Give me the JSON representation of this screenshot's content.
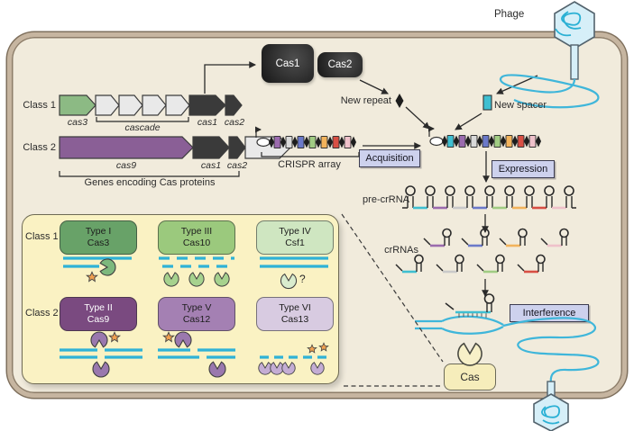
{
  "palette": {
    "cell_fill": "#f1ebdc",
    "cell_wall": "#c6b5a0",
    "yellow_panel": "#faf2c3",
    "stage_label_bg": "#cdd1ed",
    "phage_capsid": "#d6eff8",
    "phage_dna": "#3fb6da",
    "dna_line": "#2fb2d6",
    "new_spacer_teal": "#3fbfd1",
    "star_orange": "#f0a050",
    "black": "#2a2a2a",
    "gene_cas3_green": "#8cba84",
    "gene_cas9_purple": "#8a5f96",
    "gene_dark": "#3a3a3a",
    "gene_white": "#e9e9e9"
  },
  "phage": {
    "label": "Phage"
  },
  "operons": {
    "class1_label": "Class 1",
    "class2_label": "Class 2",
    "cas3": "cas3",
    "cascade": "cascade",
    "cas1_r1": "cas1",
    "cas2_r1": "cas2",
    "cas9": "cas9",
    "cas1_r2": "cas1",
    "cas2_r2": "cas2",
    "bracket_label": "Genes encoding Cas proteins"
  },
  "proteins": {
    "cas1": "Cas1",
    "cas2": "Cas2",
    "cas": "Cas"
  },
  "adaptation": {
    "new_repeat": "New repeat",
    "new_spacer": "New spacer"
  },
  "array": {
    "label": "CRISPR array",
    "spacers1": [
      "#9b6bae",
      "#d9d9d9",
      "#6b79c9",
      "#a1cc83",
      "#f2b35c",
      "#d84f44",
      "#efc1ca"
    ],
    "spacers2": [
      "#3fbfd1",
      "#9b6bae",
      "#d9d9d9",
      "#6b79c9",
      "#a1cc83",
      "#f2b35c",
      "#d84f44",
      "#efc1ca"
    ]
  },
  "stages": {
    "acquisition": "Acquisition",
    "expression": "Expression",
    "interference": "Interference"
  },
  "rna": {
    "pre_label": "pre-crRNA",
    "cr_label": "crRNAs",
    "pre_segments": [
      "#3fbfd1",
      "#9b6bae",
      "#c9c9c9",
      "#6b79c9",
      "#a1cc83",
      "#f2b35c",
      "#d84f44",
      "#efc1ca"
    ],
    "cr_top": [
      "#9b6bae",
      "#6b79c9",
      "#f2b35c",
      "#efc1ca"
    ],
    "cr_bottom": [
      "#3fbfd1",
      "#c9c9c9",
      "#a1cc83",
      "#d84f44"
    ]
  },
  "types": {
    "class1_label": "Class 1",
    "class2_label": "Class 2",
    "question": "?",
    "cards": [
      {
        "title": "Type I",
        "subtitle": "Cas3",
        "color": "#68a268",
        "text_color": "#1d1d1d"
      },
      {
        "title": "Type III",
        "subtitle": "Cas10",
        "color": "#9bc97d",
        "text_color": "#1d1d1d"
      },
      {
        "title": "Type IV",
        "subtitle": "Csf1",
        "color": "#cfe6c1",
        "text_color": "#1d1d1d"
      },
      {
        "title": "Type II",
        "subtitle": "Cas9",
        "color": "#7a4a80",
        "text_color": "#ffffff"
      },
      {
        "title": "Type V",
        "subtitle": "Cas12",
        "color": "#a480b3",
        "text_color": "#1d1d1d"
      },
      {
        "title": "Type VI",
        "subtitle": "Cas13",
        "color": "#d8cbe1",
        "text_color": "#1d1d1d"
      }
    ]
  }
}
